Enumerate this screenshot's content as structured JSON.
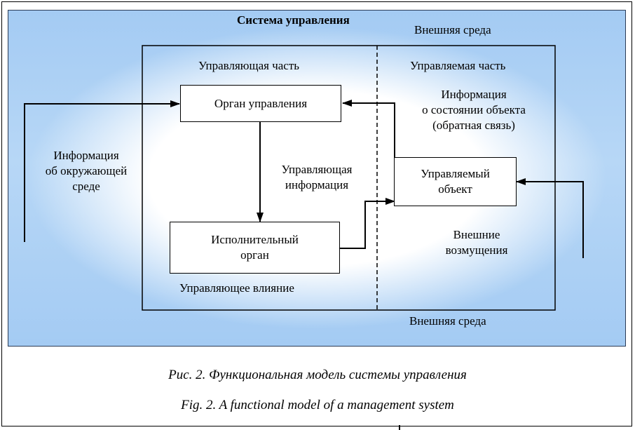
{
  "diagram": {
    "system_title": "Система управления",
    "env_top": "Внешняя среда",
    "env_bottom": "Внешняя среда",
    "controlling_part": "Управляющая часть",
    "controlled_part": "Управляемая часть",
    "governing_body": "Орган управления",
    "executive_body": [
      "Исполнительный",
      "орган"
    ],
    "controlled_object": [
      "Управляемый",
      "объект"
    ],
    "env_info": [
      "Информация",
      "об окружающей",
      "среде"
    ],
    "feedback_info": [
      "Информация",
      "о состоянии объекта",
      "(обратная связь)"
    ],
    "control_info": [
      "Управляющая",
      "информация"
    ],
    "control_action": "Управляющее влияние",
    "disturbances": [
      "Внешние",
      "возмущения"
    ]
  },
  "captions": {
    "ru": "Рис. 2. Функциональная модель системы управления",
    "en": "Fig. 2. A functional model of a management system"
  }
}
